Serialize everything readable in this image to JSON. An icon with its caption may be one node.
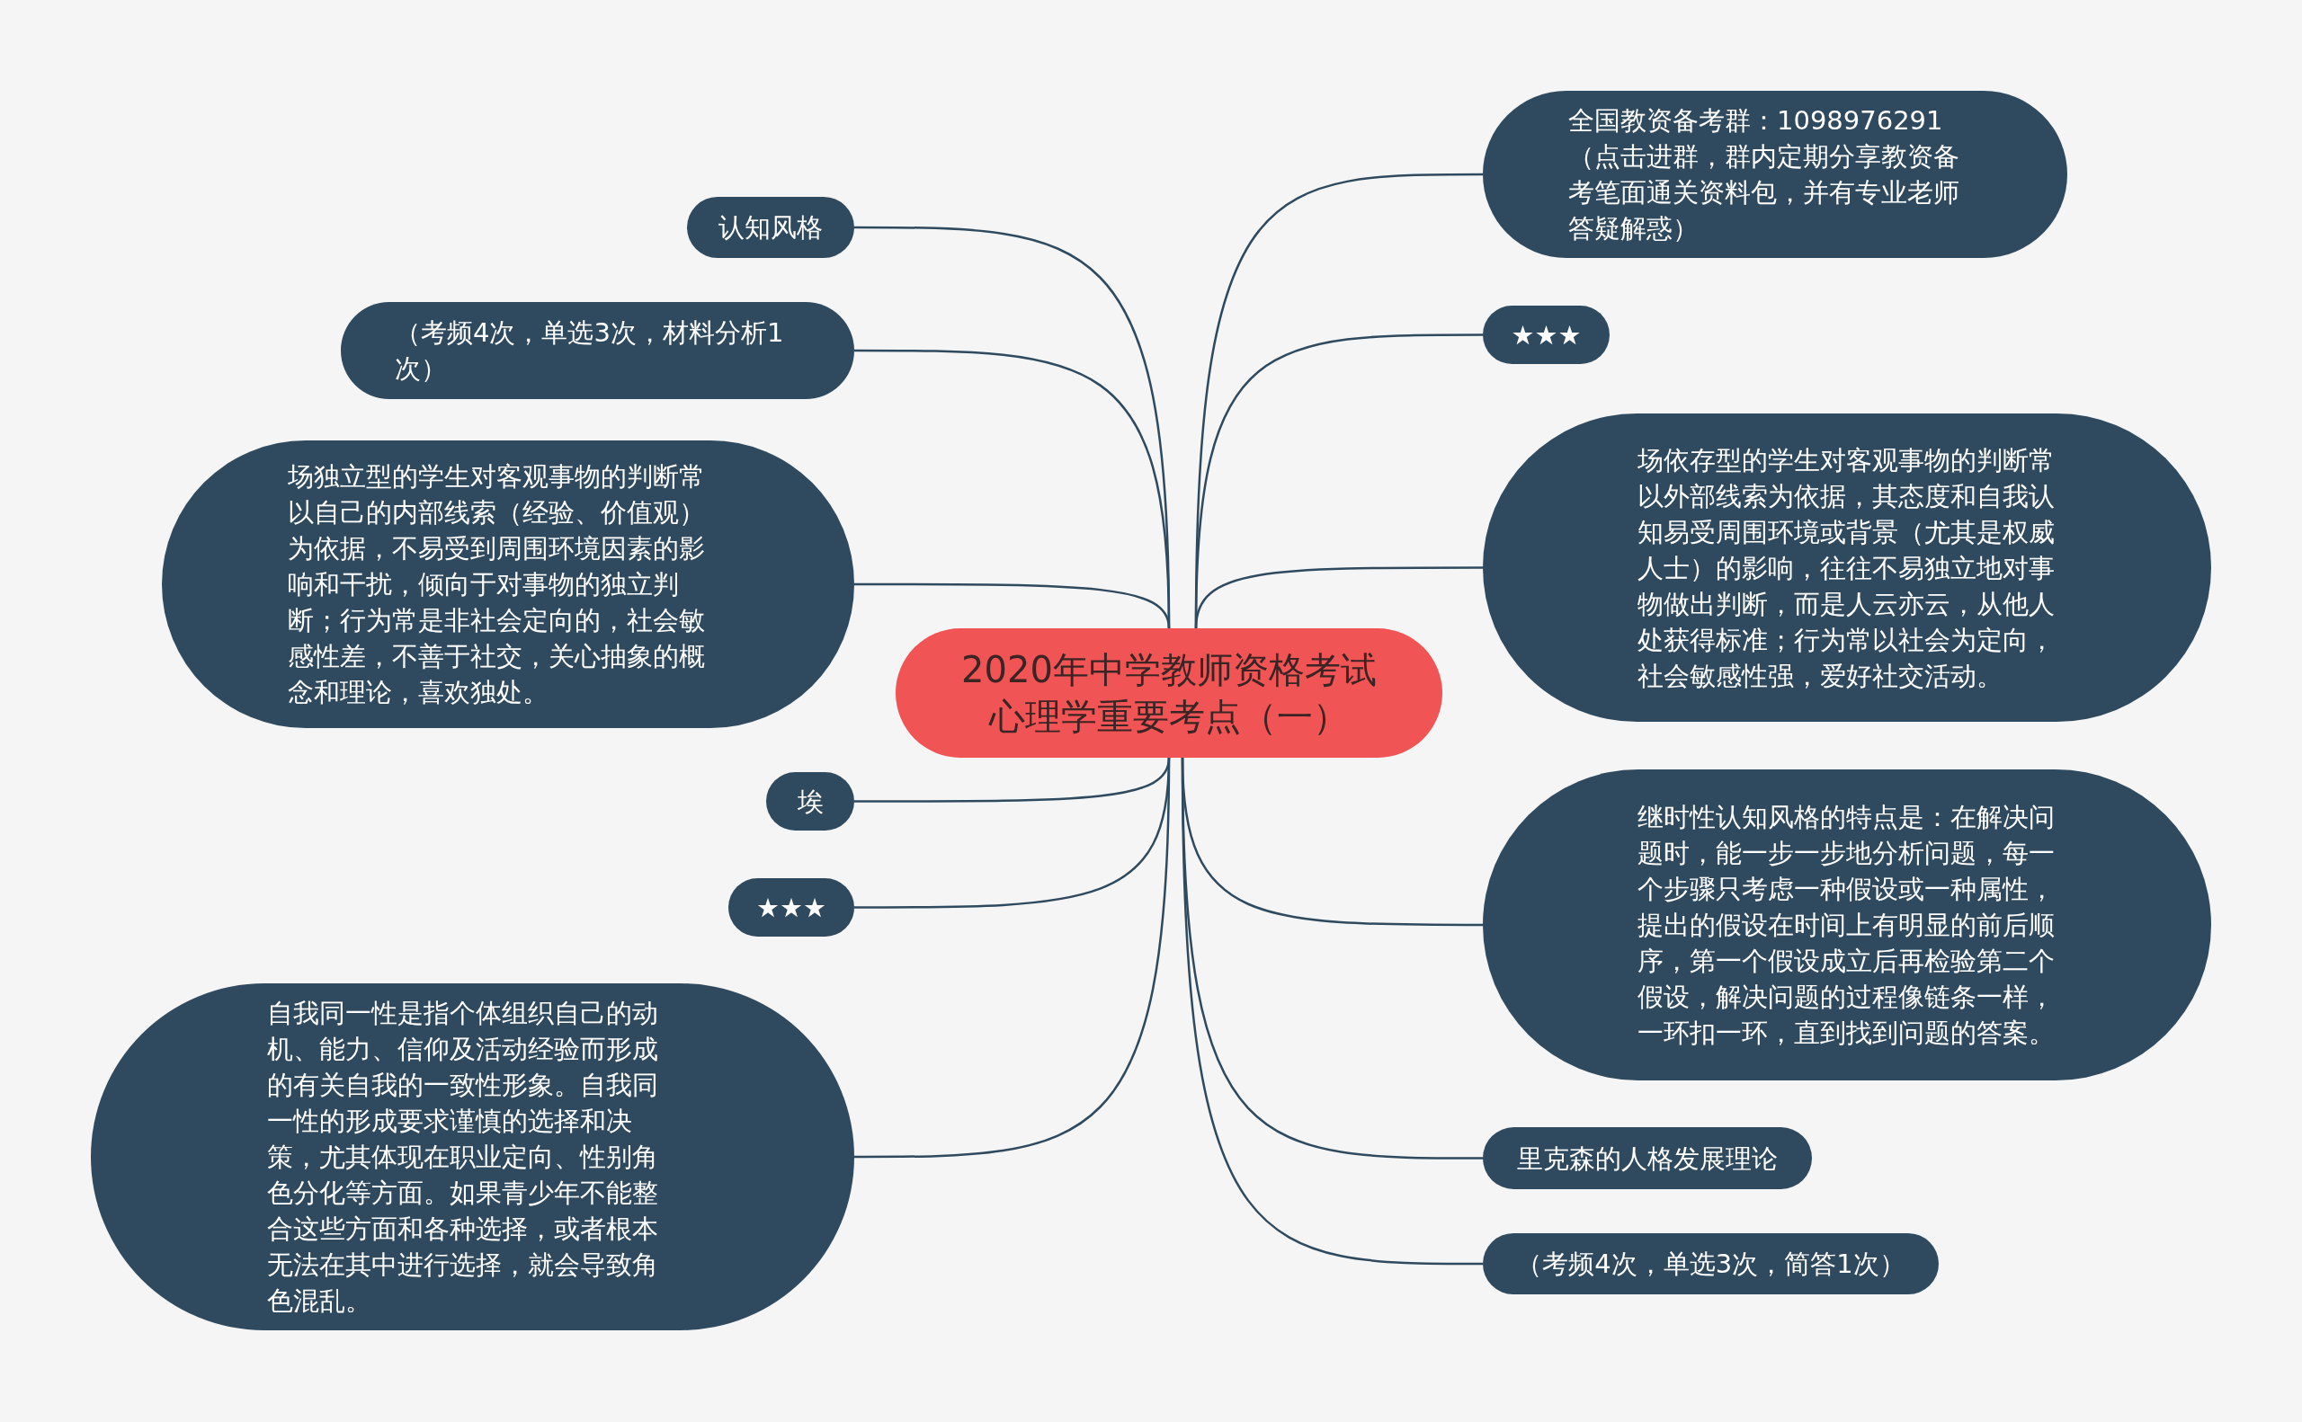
{
  "diagram": {
    "nodes": [
      {
        "text": [
          "2020年中学教师资格考试心理学重要考点（一）"
        ]
      },
      {
        "text": [
          "全国教资备考群：1098976291（点击进群，群内定期分享教资备考笔面通关资料包，并有专业老师答疑解惑）"
        ]
      },
      {
        "text": [
          "★★★"
        ]
      },
      {
        "text": [
          "场依存型的学生对客观事物的判断常以外部线索为依据，其态度和自我认知易受周围环境或背景（尤其是权威人士）的影响，往往不易独立地对事物做出判断，而是人云亦云，从他人处获得标准；行为常以社会为定向，社会敏感性强，爱好社交活动。"
        ]
      },
      {
        "text": [
          "继时性认知风格的特点是：在解决问题时，能一步一步地分析问题，每一个步骤只考虑一种假设或一种属性，提出的假设在时间上有明显的前后顺序，第一个假设成立后再检验第二个假设，解决问题的过程像链条一样，一环扣一环，直到找到问题的答案。"
        ]
      },
      {
        "text": [
          "里克森的人格发展理论"
        ]
      },
      {
        "text": [
          "（考频4次，单选3次，简答1次）"
        ]
      },
      {
        "text": [
          "认知风格"
        ]
      },
      {
        "text": [
          "（考频4次，单选3次，材料分析1次）"
        ]
      },
      {
        "text": [
          "场独立型的学生对客观事物的判断常以自己的内部线索（经验、价值观）为依据，不易受到周围环境因素的影响和干扰，倾向于对事物的独立判断；行为常是非社会定向的，社会敏感性差，不善于社交，关心抽象的概念和理论，喜欢独处。"
        ]
      },
      {
        "text": [
          "埃"
        ]
      },
      {
        "text": [
          "★★★"
        ]
      },
      {
        "text": [
          "自我同一性是指个体组织自己的动机、能力、信仰及活动经验而形成的有关自我的一致性形象。自我同一性的形成要求谨慎的选择和决策，尤其体现在职业定向、性别角色分化等方面。如果青少年不能整合这些方面和各种选择，或者根本无法在其中进行选择，就会导致角色混乱。"
        ]
      }
    ],
    "edges": [
      {
        "from": 0,
        "to": 1,
        "arrow": "none"
      },
      {
        "from": 0,
        "to": 2,
        "arrow": "none"
      },
      {
        "from": 0,
        "to": 3,
        "arrow": "none"
      },
      {
        "from": 0,
        "to": 4,
        "arrow": "none"
      },
      {
        "from": 0,
        "to": 5,
        "arrow": "none"
      },
      {
        "from": 0,
        "to": 6,
        "arrow": "none"
      },
      {
        "from": 0,
        "to": 7,
        "arrow": "none"
      },
      {
        "from": 0,
        "to": 8,
        "arrow": "none"
      },
      {
        "from": 0,
        "to": 9,
        "arrow": "none"
      },
      {
        "from": 0,
        "to": 10,
        "arrow": "none"
      },
      {
        "from": 0,
        "to": 11,
        "arrow": "none"
      },
      {
        "from": 0,
        "to": 12,
        "arrow": "none"
      }
    ]
  }
}
